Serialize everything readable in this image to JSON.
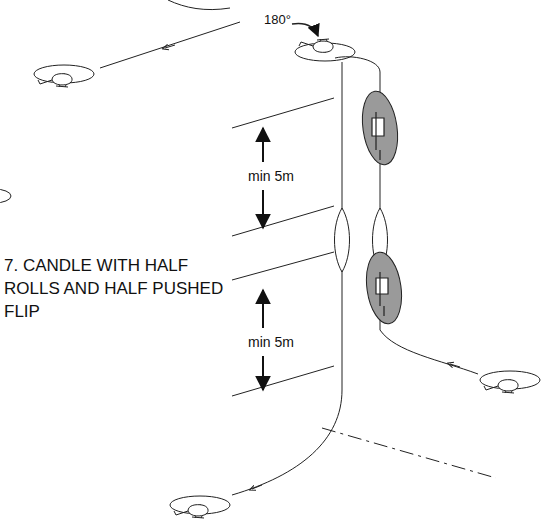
{
  "diagram": {
    "title": "7. CANDLE WITH HALF ROLLS AND HALF PUSHED FLIP",
    "labels": [
      "180°",
      "min 5m",
      "min 5m"
    ]
  }
}
